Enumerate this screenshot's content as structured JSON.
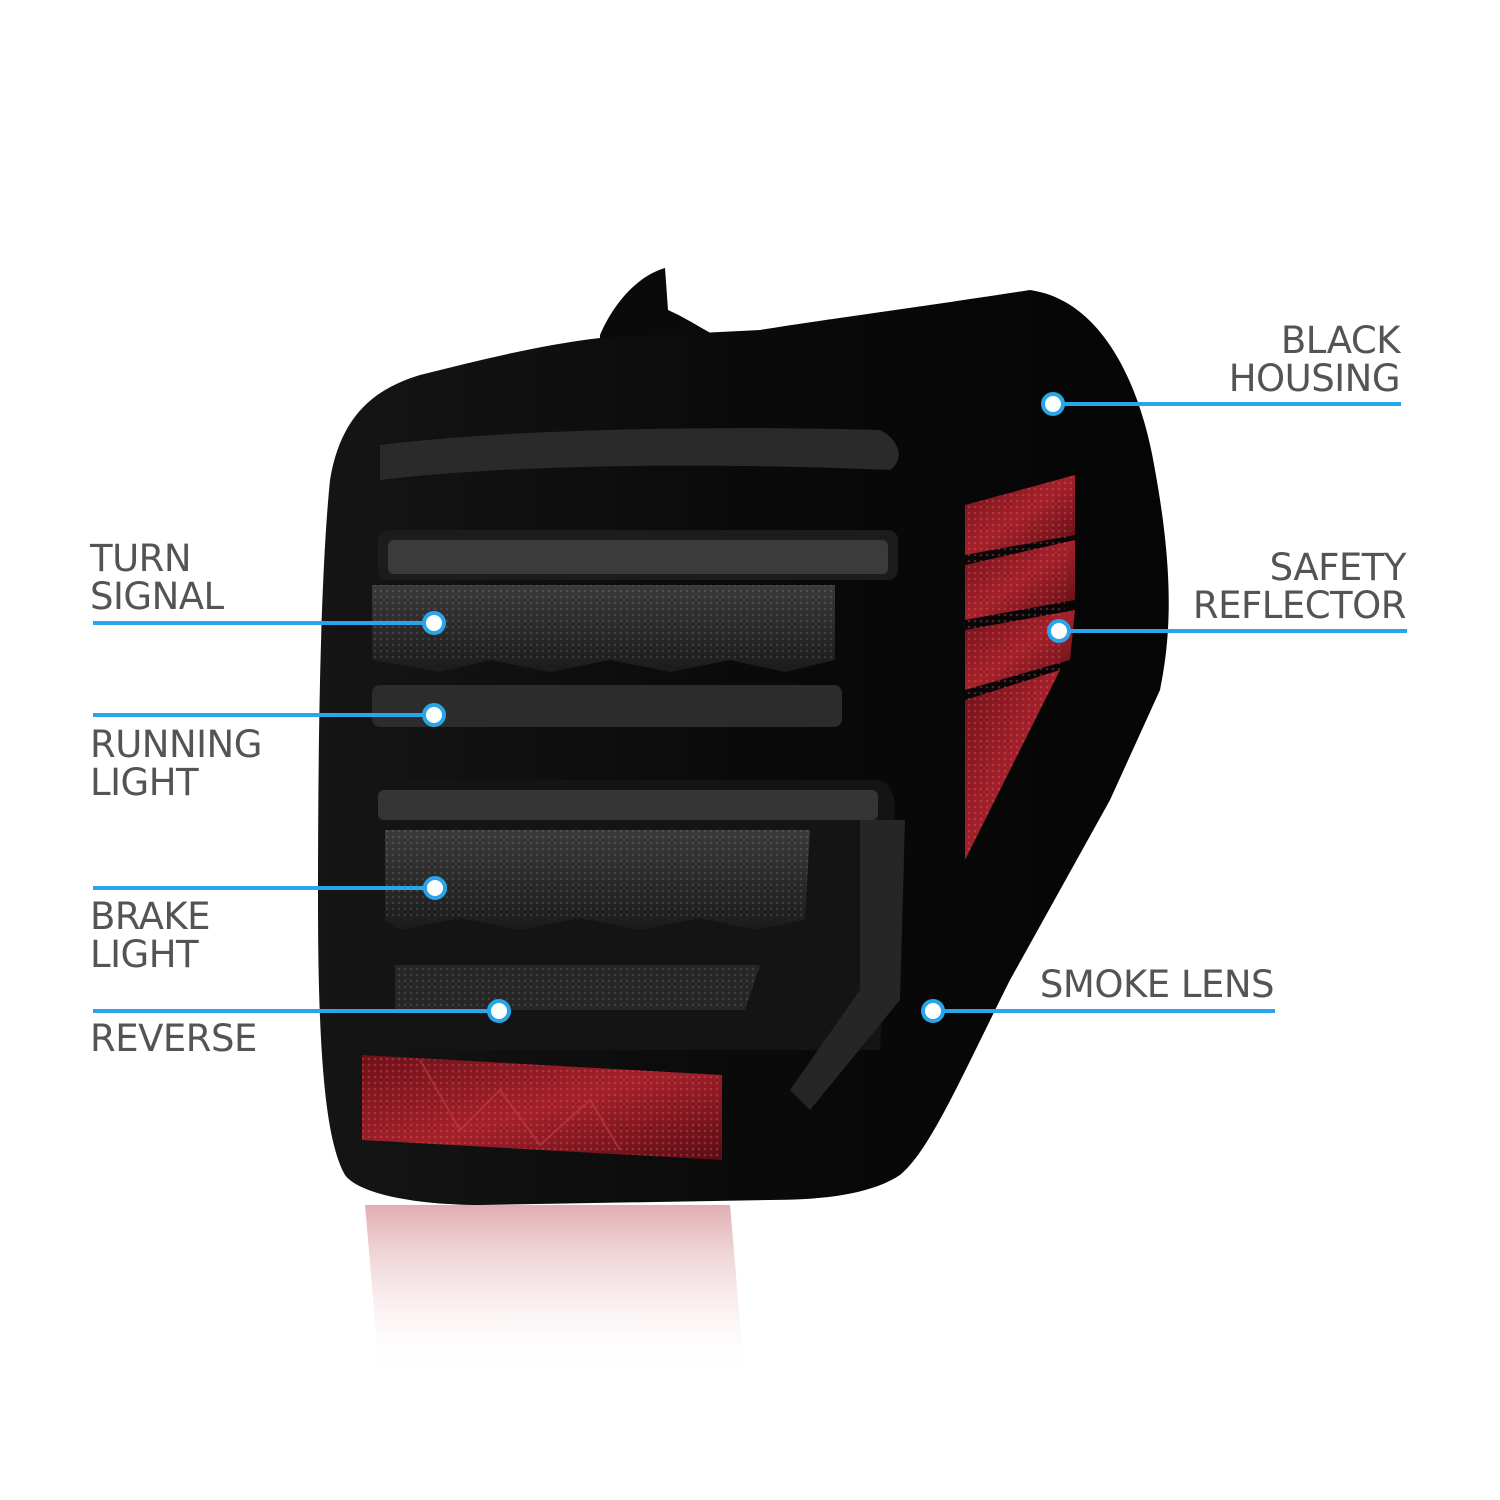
{
  "accent_color": "#2aa5ea",
  "text_color": "#545454",
  "product": {
    "name": "tail-light-assembly",
    "housing_color": "#0b0b0b",
    "reflector_color": "#8a1a22"
  },
  "callouts": {
    "left": [
      {
        "id": "turn-signal",
        "lines": [
          "TURN",
          "SIGNAL"
        ]
      },
      {
        "id": "running-light",
        "lines": [
          "RUNNING",
          "LIGHT"
        ]
      },
      {
        "id": "brake-light",
        "lines": [
          "BRAKE",
          "LIGHT"
        ]
      },
      {
        "id": "reverse",
        "lines": [
          "REVERSE"
        ]
      }
    ],
    "right": [
      {
        "id": "black-housing",
        "lines": [
          "BLACK",
          "HOUSING"
        ]
      },
      {
        "id": "safety-reflector",
        "lines": [
          "SAFETY",
          "REFLECTOR"
        ]
      },
      {
        "id": "smoke-lens",
        "lines": [
          "SMOKE LENS"
        ]
      }
    ]
  }
}
